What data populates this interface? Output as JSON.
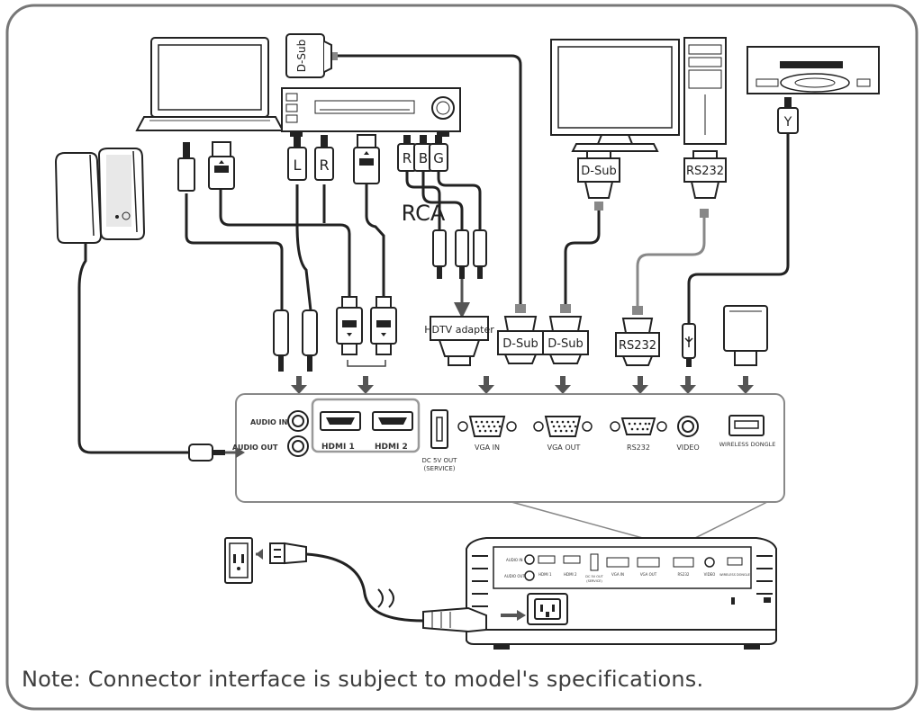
{
  "note": "Note: Connector interface is subject to model's specifications.",
  "cables": {
    "dsub_top": "D-Sub",
    "audio_l": "L",
    "audio_r": "R",
    "rca_r": "R",
    "rca_b": "B",
    "rca_g": "G",
    "rca_caption": "RCA",
    "monitor_dsub": "D-Sub",
    "pc_rs232": "RS232",
    "video_y": "Y",
    "hdtv_adapter": "HDTV adapter",
    "plug_dsub_in": "D-Sub",
    "plug_dsub_out": "D-Sub",
    "plug_rs232": "RS232"
  },
  "panel": {
    "audio_in": "AUDIO IN",
    "audio_out": "AUDIO OUT",
    "hdmi1": "HDMI 1",
    "hdmi2": "HDMI 2",
    "dc_out_1": "DC 5V OUT",
    "dc_out_2": "(SERVICE)",
    "vga_in": "VGA IN",
    "vga_out": "VGA OUT",
    "rs232": "RS232",
    "video": "VIDEO",
    "wireless_dongle": "WIRELESS DONGLE"
  },
  "projector_panel": {
    "audio_in": "AUDIO IN",
    "audio_out": "AUDIO OUT",
    "hdmi1": "HDMI 1",
    "hdmi2": "HDMI 2",
    "dc_out": "DC 5V OUT",
    "service": "(SERVICE)",
    "vga_in": "VGA IN",
    "vga_out": "VGA OUT",
    "rs232": "RS232",
    "video": "VIDEO",
    "wireless_dongle": "WIRELESS DONGLE"
  }
}
